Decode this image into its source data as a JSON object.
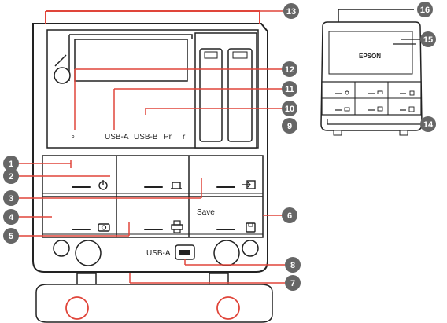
{
  "device_front": {
    "brand": "EPSON",
    "port_labels": {
      "usb_a_inner": "USB-A",
      "usb_b_inner": "USB-B",
      "pr": "Pr",
      "r": "r",
      "usb_a_front": "USB-A"
    },
    "save_label": "Save",
    "callouts": [
      "1",
      "2",
      "3",
      "4",
      "5",
      "6",
      "7",
      "8",
      "9",
      "10",
      "11",
      "12",
      "13",
      "14",
      "15",
      "16"
    ]
  },
  "colors": {
    "accent": "#e0453a",
    "callout_fill": "#666666",
    "outline": "#222222"
  },
  "icons": [
    "power-icon",
    "scan-icon",
    "input-icon",
    "camera-icon",
    "print-icon",
    "save-icon",
    "power-icon-small",
    "scan-icon-small",
    "input-icon-small",
    "camera-icon-small",
    "print-icon-small",
    "save-icon-small"
  ]
}
